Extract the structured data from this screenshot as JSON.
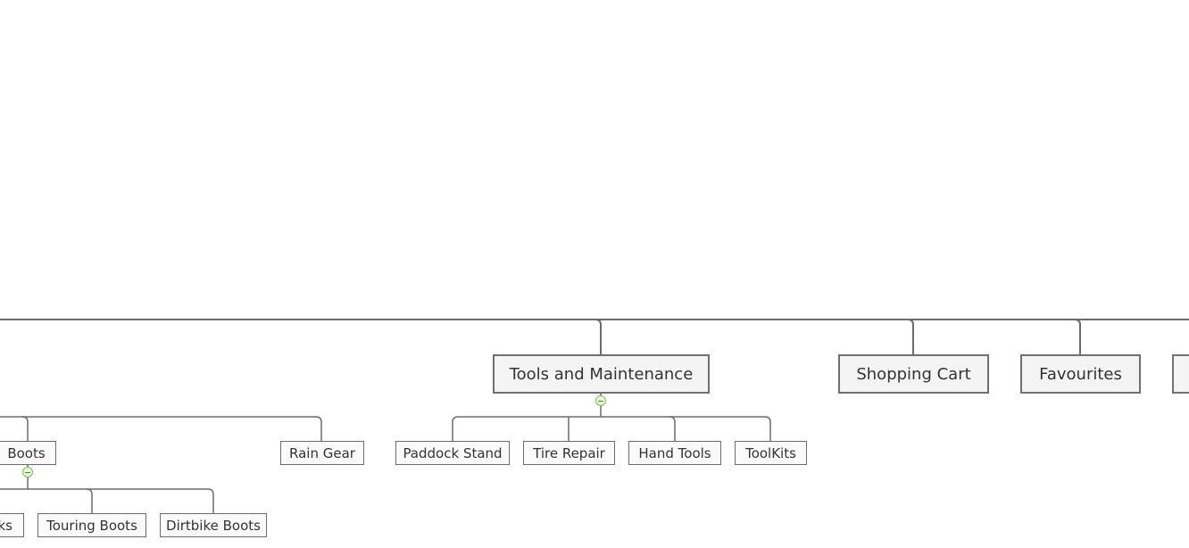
{
  "diagram": {
    "top_level": {
      "tools": {
        "label": "Tools and Maintenance"
      },
      "cart": {
        "label": "Shopping Cart"
      },
      "favourites": {
        "label": "Favourites"
      },
      "next": {
        "label": ""
      }
    },
    "apparel_children": {
      "boots": {
        "label": "Boots"
      },
      "rain_gear": {
        "label": "Rain Gear"
      }
    },
    "tools_children": {
      "paddock_stand": {
        "label": "Paddock Stand"
      },
      "tire_repair": {
        "label": "Tire Repair"
      },
      "hand_tools": {
        "label": "Hand Tools"
      },
      "toolkits": {
        "label": "ToolKits"
      }
    },
    "boots_children": {
      "prev": {
        "label": "ks"
      },
      "touring": {
        "label": "Touring Boots"
      },
      "dirtbike": {
        "label": "Dirtbike Boots"
      }
    },
    "colors": {
      "connector": "#6b6b6b",
      "node_border": "#6b6b6b",
      "node_fill": "#f4f4f4",
      "toggle_border": "#7fbf4f",
      "toggle_fill": "#eaf7df"
    },
    "toggle_icon": "collapse-minus-icon"
  }
}
